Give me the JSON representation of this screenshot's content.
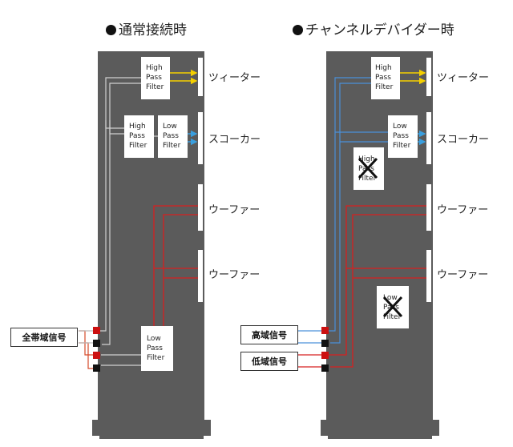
{
  "diagrams": [
    {
      "title": "通常接続時",
      "speakers": [
        "ツィーター",
        "スコーカー",
        "ウーファー",
        "ウーファー"
      ],
      "filters": [
        "High Pass Filter",
        "High Pass Filter",
        "Low Pass Filter",
        "Low Pass Filter"
      ],
      "inputs": [
        "全帯域信号"
      ]
    },
    {
      "title": "チャンネルデバイダー時",
      "speakers": [
        "ツィーター",
        "スコーカー",
        "ウーファー",
        "ウーファー"
      ],
      "filters": [
        "High Pass Filter",
        "Low Pass Filter",
        "High Pass Filter",
        "Low Pass Filter"
      ],
      "inputs": [
        "高域信号",
        "低域信号"
      ]
    }
  ],
  "colors": {
    "cabinet": "#5b5b5b",
    "high_signal": "#4a90d9",
    "low_signal": "#d62020",
    "tweeter_arrow": "#f5d000",
    "squawker_arrow": "#3aa0e0",
    "full_signal": "#d0d0d0"
  }
}
